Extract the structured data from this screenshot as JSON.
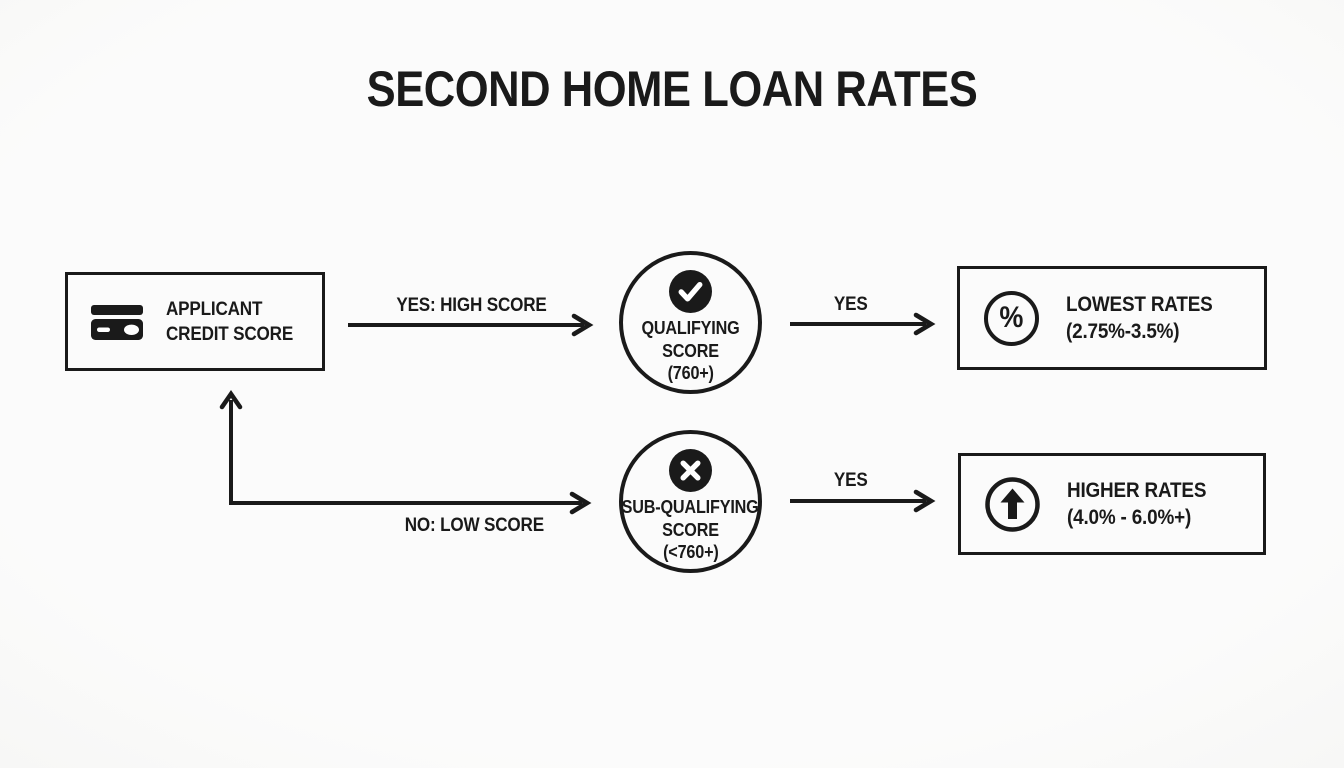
{
  "title": "SECOND HOME LOAN RATES",
  "flow": {
    "applicant": {
      "lines": [
        "APPLICANT",
        "CREDIT SCORE"
      ]
    },
    "qualifying": {
      "lines": [
        "QUALIFYING",
        "SCORE",
        "(760+)"
      ]
    },
    "sub_qualifying": {
      "lines": [
        "SUB-QUALIFYING",
        "SCORE",
        "(<760+)"
      ]
    },
    "lowest_rates": {
      "lines": [
        "LOWEST RATES",
        "(2.75%-3.5%)"
      ]
    },
    "higher_rates": {
      "lines": [
        "HIGHER RATES",
        "(4.0% - 6.0%+)"
      ]
    }
  },
  "edge_labels": {
    "high_score": "YES: HIGH SCORE",
    "low_score": "NO: LOW SCORE",
    "yes_top": "YES",
    "yes_bottom": "YES"
  },
  "glyphs": {
    "percent": "%"
  },
  "colors": {
    "background": "#f7f7f6",
    "ink": "#1a1a1a",
    "paper": "#ffffff"
  }
}
